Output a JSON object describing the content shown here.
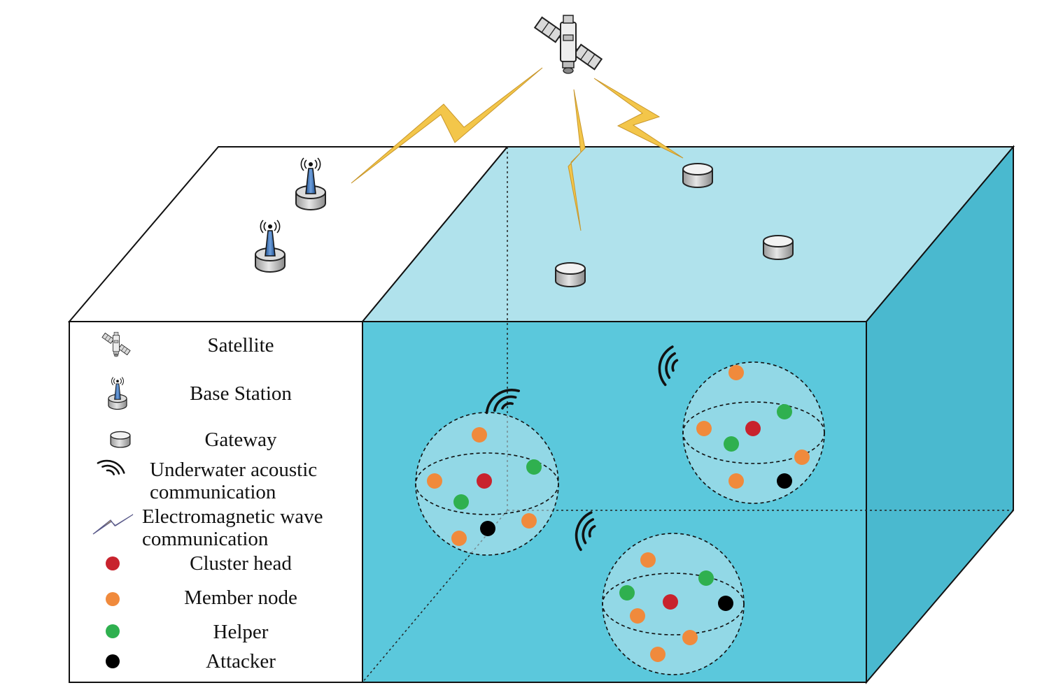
{
  "legend": {
    "satellite": "Satellite",
    "base_station": "Base Station",
    "gateway": "Gateway",
    "underwater_line1": "Underwater acoustic",
    "underwater_line2": "communication",
    "em_line1": "Electromagnetic wave",
    "em_line2": "communication",
    "cluster_head": "Cluster head",
    "member_node": "Member node",
    "helper": "Helper",
    "attacker": "Attacker"
  },
  "colors": {
    "water_front": "#5bc8dc",
    "water_top": "#b0e2ec",
    "water_side": "#4ab9cf",
    "lightning": "#f3c64a",
    "cluster_head": "#c8232d",
    "member_node": "#f08a3c",
    "helper": "#2fb04f",
    "attacker": "#000000",
    "antenna": "#3a6fb0"
  },
  "icons": [
    "satellite-icon",
    "base-station-icon",
    "gateway-icon",
    "acoustic-wave-icon",
    "lightning-icon"
  ]
}
